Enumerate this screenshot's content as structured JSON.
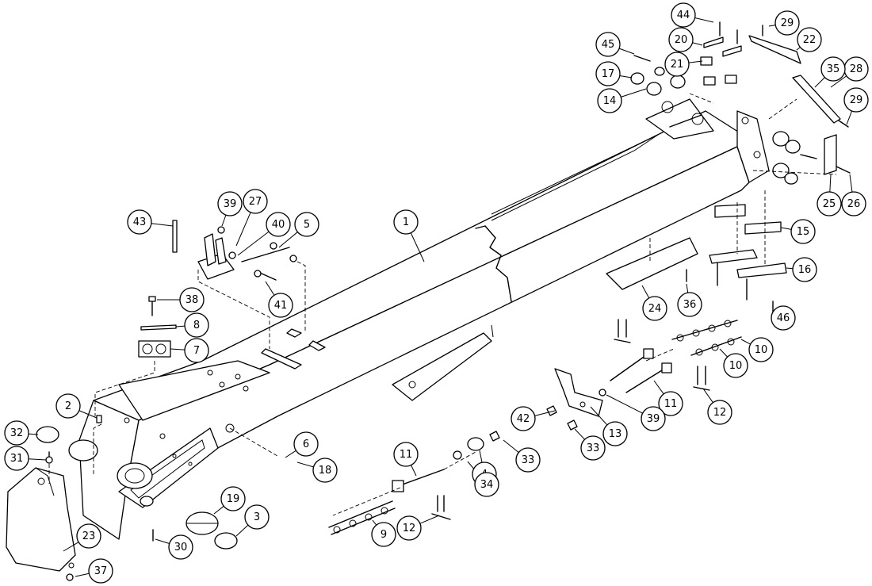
{
  "callouts": [
    {
      "label": "1"
    },
    {
      "label": "2"
    },
    {
      "label": "3"
    },
    {
      "label": "4"
    },
    {
      "label": "5"
    },
    {
      "label": "6"
    },
    {
      "label": "7"
    },
    {
      "label": "8"
    },
    {
      "label": "9"
    },
    {
      "label": "10"
    },
    {
      "label": "10"
    },
    {
      "label": "11"
    },
    {
      "label": "11"
    },
    {
      "label": "12"
    },
    {
      "label": "12"
    },
    {
      "label": "13"
    },
    {
      "label": "14"
    },
    {
      "label": "15"
    },
    {
      "label": "16"
    },
    {
      "label": "17"
    },
    {
      "label": "18"
    },
    {
      "label": "19"
    },
    {
      "label": "20"
    },
    {
      "label": "21"
    },
    {
      "label": "22"
    },
    {
      "label": "23"
    },
    {
      "label": "24"
    },
    {
      "label": "25"
    },
    {
      "label": "26"
    },
    {
      "label": "27"
    },
    {
      "label": "28"
    },
    {
      "label": "29"
    },
    {
      "label": "29"
    },
    {
      "label": "30"
    },
    {
      "label": "31"
    },
    {
      "label": "32"
    },
    {
      "label": "33"
    },
    {
      "label": "33"
    },
    {
      "label": "34"
    },
    {
      "label": "35"
    },
    {
      "label": "36"
    },
    {
      "label": "37"
    },
    {
      "label": "38"
    },
    {
      "label": "39"
    },
    {
      "label": "39"
    },
    {
      "label": "40"
    },
    {
      "label": "41"
    },
    {
      "label": "42"
    },
    {
      "label": "43"
    },
    {
      "label": "44"
    },
    {
      "label": "45"
    },
    {
      "label": "46"
    }
  ]
}
